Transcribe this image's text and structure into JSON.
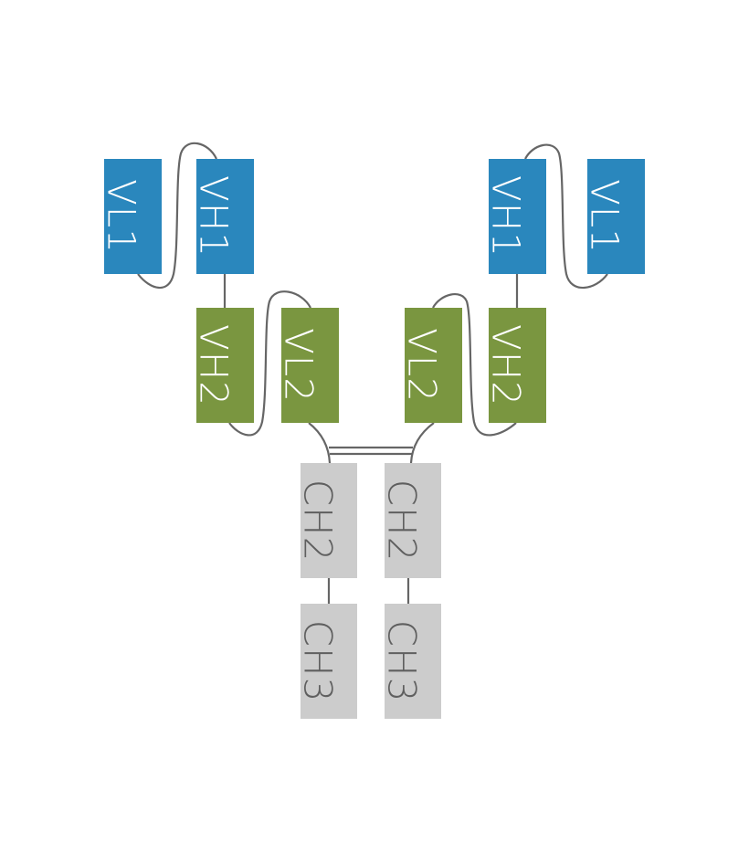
{
  "colors": {
    "variable_light_1": "#2a87bd",
    "variable_2": "#7a9640",
    "constant": "#cccccc",
    "label_light": "#ffffff",
    "label_dark": "#5f5f5f",
    "linker": "#666666"
  },
  "domains": {
    "left_vl1": "VL1",
    "left_vh1": "VH1",
    "left_vh2": "VH2",
    "left_vl2": "VL2",
    "right_vl2": "VL2",
    "right_vh2": "VH2",
    "right_vh1": "VH1",
    "right_vl1": "VL1",
    "left_ch2": "CH2",
    "right_ch2": "CH2",
    "left_ch3": "CH3",
    "right_ch3": "CH3"
  }
}
